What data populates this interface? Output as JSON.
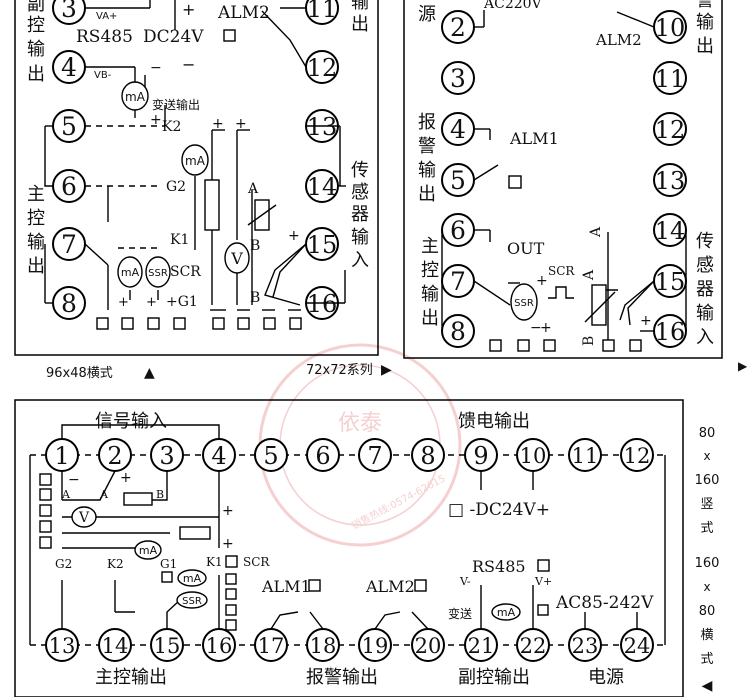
{
  "panel_96x48": {
    "caption": "96x48横式",
    "caption_marker": "▲",
    "terminals": [
      "3",
      "4",
      "5",
      "6",
      "7",
      "8",
      "11",
      "12",
      "13",
      "14",
      "15",
      "16"
    ],
    "group_labels": {
      "aux_output": "副控输出",
      "main_output": "主控输出",
      "sensor_input": "传感器输入",
      "alarm_output_partial": "输出"
    },
    "labels": {
      "va_plus": "VA+",
      "vb_minus": "VB-",
      "rs485": "RS485",
      "dc24v": "DC24V",
      "alm2": "ALM2",
      "transmit_out": "变送输出",
      "k2": "K2",
      "g2": "G2",
      "k1": "K1",
      "g1": "+G1",
      "scr": "SCR",
      "ssr": "SSR",
      "ma": "mA",
      "v": "V",
      "a": "A",
      "b": "B",
      "plus": "+",
      "minus": "−"
    }
  },
  "panel_72x72": {
    "caption": "72x72系列",
    "caption_marker": "▶",
    "terminals": [
      "2",
      "3",
      "4",
      "5",
      "6",
      "7",
      "8",
      "10",
      "11",
      "12",
      "13",
      "14",
      "15",
      "16"
    ],
    "group_labels": {
      "power_partial": "源",
      "alarm_output": "报警输出",
      "main_output": "主控输出",
      "sensor_input": "传感器输入",
      "top_right_partial": "输出"
    },
    "labels": {
      "ac220v": "AC220V",
      "alm1": "ALM1",
      "alm2": "ALM2",
      "out": "OUT",
      "scr": "SCR",
      "ssr": "SSR",
      "a": "A",
      "b": "B",
      "plus": "+",
      "minus": "−"
    }
  },
  "panel_80x160": {
    "caption_vertical": [
      "80",
      "x",
      "160",
      "竖",
      "式"
    ],
    "caption_horizontal": [
      "160",
      "x",
      "80",
      "横",
      "式"
    ],
    "caption_marker": "◀",
    "terminals_top": [
      "1",
      "2",
      "3",
      "4",
      "5",
      "6",
      "7",
      "8",
      "9",
      "10",
      "11",
      "12"
    ],
    "terminals_bottom": [
      "13",
      "14",
      "15",
      "16",
      "17",
      "18",
      "19",
      "20",
      "21",
      "22",
      "23",
      "24"
    ],
    "group_labels": {
      "signal_input": "信号输入",
      "feed_output": "馈电输出",
      "main_output": "主控输出",
      "alarm_output": "报警输出",
      "aux_output": "副控输出",
      "power": "电源"
    },
    "labels": {
      "dc24v": "□ -DC24V+",
      "g2": "G2",
      "k2": "K2",
      "g1": "G1",
      "k1": "K1",
      "scr": "SCR",
      "ssr": "SSR",
      "ma": "mA",
      "v": "V",
      "alm1": "ALM1",
      "alm2": "ALM2",
      "rs485": "RS485",
      "v_minus": "V-",
      "v_plus": "V+",
      "transmit": "变送",
      "ac85_242v": "AC85-242V",
      "a": "A",
      "b": "B",
      "plus": "+",
      "minus": "−"
    }
  },
  "watermark": {
    "brand": "依泰",
    "text": "销售热线:0574-62615"
  }
}
